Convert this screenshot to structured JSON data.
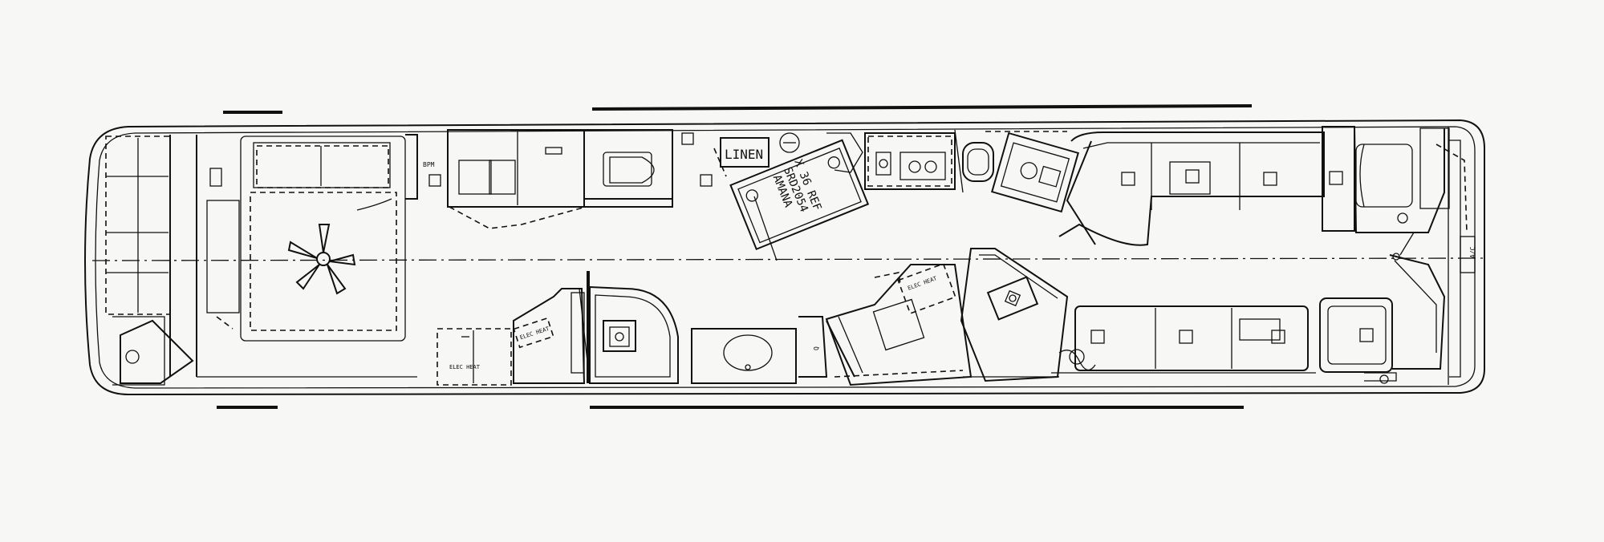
{
  "labels": {
    "linen": "LINEN",
    "fridge_line1": "AMANA",
    "fridge_line2": "SRD2054",
    "fridge_line3": "X 36 REF",
    "elec_heat": "ELEC HEAT",
    "elec_heat_2": "ELEC HEAT",
    "elec_heat_3": "ELEC HEAT",
    "ac_tag": "Q",
    "bpm": "BPM"
  },
  "colors": {
    "ink": "#111111",
    "paper": "#f7f7f5"
  }
}
